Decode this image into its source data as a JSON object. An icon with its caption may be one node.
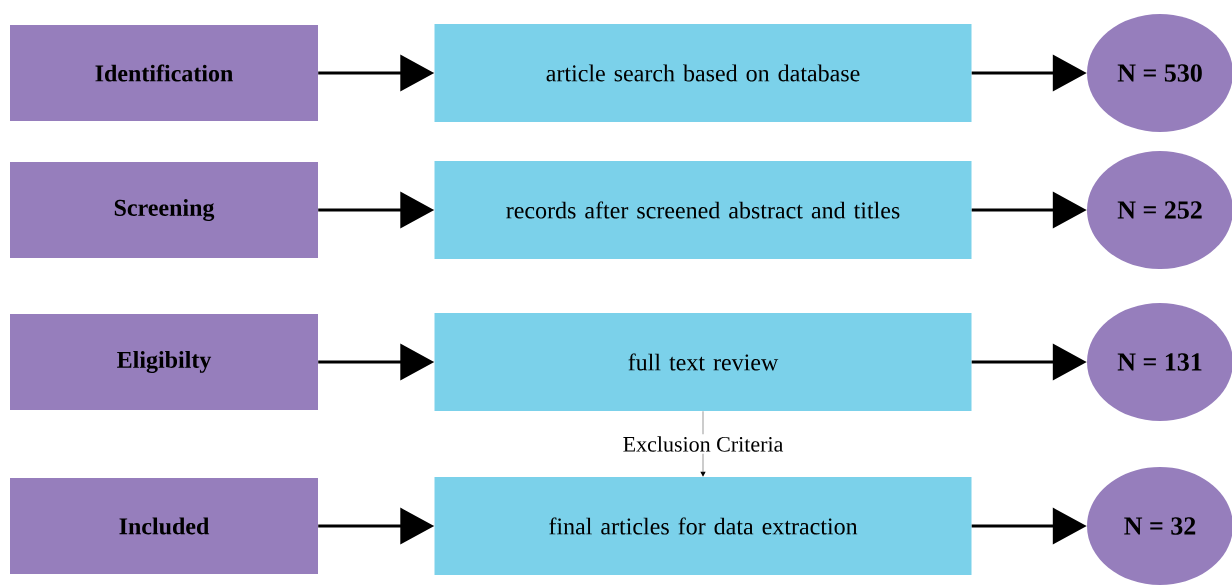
{
  "diagram": {
    "nodes": [
      {
        "text": [
          "Identification"
        ]
      },
      {
        "text": [
          "article search based on database"
        ]
      },
      {
        "text": [
          "N = 530"
        ]
      },
      {
        "text": [
          "Screening"
        ]
      },
      {
        "text": [
          "records after screened abstract and titles"
        ]
      },
      {
        "text": [
          "N = 252"
        ]
      },
      {
        "text": [
          "Eligibilty"
        ]
      },
      {
        "text": [
          "full text review"
        ]
      },
      {
        "text": [
          "N = 131"
        ]
      },
      {
        "text": [
          "Included"
        ]
      },
      {
        "text": [
          "final articles for data extraction"
        ]
      },
      {
        "text": [
          "N = 32"
        ]
      }
    ],
    "edges": [
      {
        "from": 0,
        "to": 1,
        "arrow": "to"
      },
      {
        "from": 1,
        "to": 2,
        "arrow": "to"
      },
      {
        "from": 3,
        "to": 4,
        "arrow": "to"
      },
      {
        "from": 4,
        "to": 5,
        "arrow": "to"
      },
      {
        "from": 6,
        "to": 7,
        "arrow": "to"
      },
      {
        "from": 7,
        "to": 8,
        "arrow": "to"
      },
      {
        "from": 7,
        "to": 10,
        "arrow": "to",
        "label": "Exclusion Criteria",
        "color": "#999999"
      },
      {
        "from": 9,
        "to": 10,
        "arrow": "to"
      },
      {
        "from": 10,
        "to": 11,
        "arrow": "to"
      }
    ]
  }
}
